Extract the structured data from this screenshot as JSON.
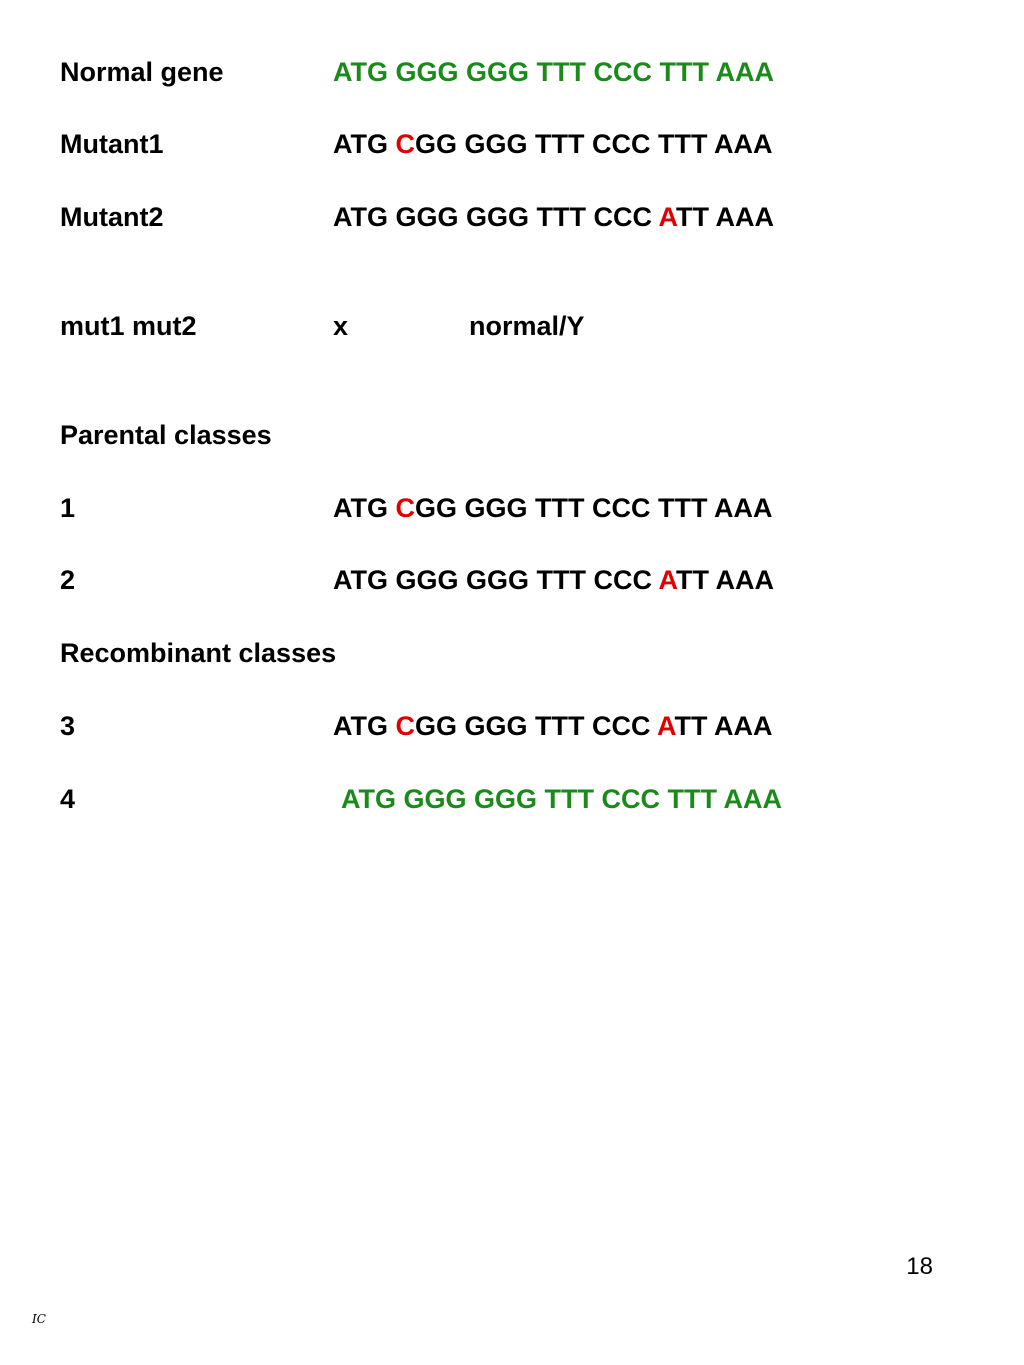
{
  "normal": {
    "label": "Normal gene",
    "seq": "ATG GGG GGG TTT CCC TTT AAA"
  },
  "mutant1": {
    "label": "Mutant1",
    "seq_a": "ATG ",
    "mut": "C",
    "seq_b": "GG GGG TTT CCC TTT AAA"
  },
  "mutant2": {
    "label": "Mutant2",
    "seq_a": "ATG GGG GGG TTT CCC ",
    "mut": "A",
    "seq_b": "TT AAA"
  },
  "cross": {
    "left": "mut1 mut2",
    "symbol": "x",
    "right": "normal/Y"
  },
  "parental": {
    "heading": "Parental classes",
    "class1": {
      "label": "1",
      "seq_a": "ATG ",
      "mut": "C",
      "seq_b": "GG GGG TTT CCC TTT AAA"
    },
    "class2": {
      "label": "2",
      "seq_a": "ATG GGG GGG TTT CCC ",
      "mut": "A",
      "seq_b": "TT AAA"
    }
  },
  "recombinant": {
    "heading": "Recombinant classes",
    "class3": {
      "label": "3",
      "seq_a": "ATG ",
      "mut1": "C",
      "seq_b": "GG GGG TTT CCC ",
      "mut2": "A",
      "seq_c": "TT AAA"
    },
    "class4": {
      "label": "4",
      "seq": "ATG GGG GGG TTT CCC TTT AAA"
    }
  },
  "footer": {
    "page_number": "18",
    "mark": "IC"
  },
  "colors": {
    "wild_type": "#1a8a1a",
    "mutation": "#e00000",
    "text": "#000000"
  }
}
